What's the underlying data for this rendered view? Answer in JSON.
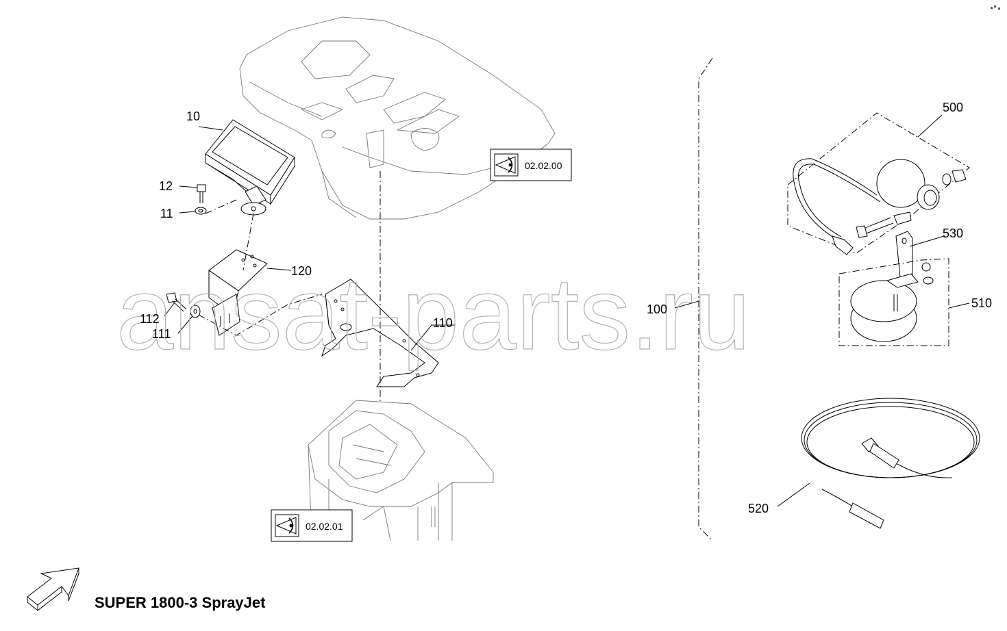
{
  "title": "SUPER 1800-3 SprayJet",
  "watermark": "ansat-parts.ru",
  "callouts": {
    "c10": "10",
    "c11": "11",
    "c12": "12",
    "c100": "100",
    "c110": "110",
    "c111": "111",
    "c112": "112",
    "c120": "120",
    "c500": "500",
    "c510": "510",
    "c520": "520",
    "c530": "530"
  },
  "references": {
    "ref_top": "02.02.00",
    "ref_bottom": "02.02.01"
  },
  "icons": [
    "eye-icon",
    "direction-arrow-icon",
    "page-corner-icon"
  ]
}
